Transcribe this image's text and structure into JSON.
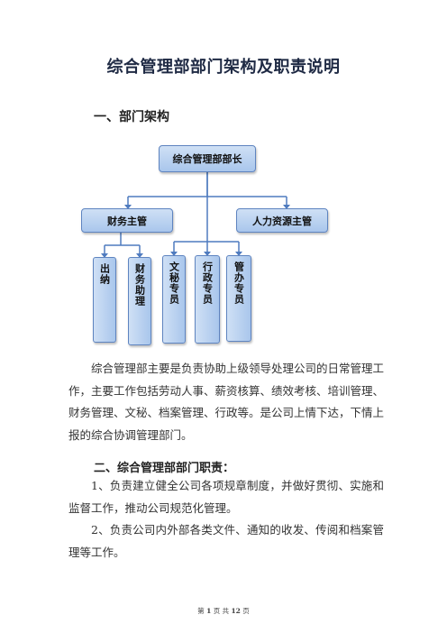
{
  "document": {
    "title": "综合管理部部门架构及职责说明",
    "section1_heading": "一、部门架构",
    "org_chart": {
      "head": "综合管理部部长",
      "managers": [
        "财务主管",
        "人力资源主管"
      ],
      "staff": [
        "出纳",
        "财务助理",
        "文秘专员",
        "行政专员",
        "管办专员"
      ]
    },
    "intro_paragraph": "综合管理部主要是负责协助上级领导处理公司的日常管理工作，主要工作包括劳动人事、薪资核算、绩效考核、培训管理、财务管理、文秘、档案管理、行政等。是公司上情下达，下情上报的综合协调管理部门。",
    "section2_heading": "二、综合管理部部门职责：",
    "duties": [
      "1、负责建立健全公司各项规章制度，并做好贯彻、实施和监督工作，推动公司规范化管理。",
      "2、负责公司内外部各类文件、通知的收发、传阅和档案管理等工作。"
    ],
    "footer": {
      "page_label_prefix": "第",
      "page_number": "1",
      "page_label_middle": "页 共",
      "total_pages": "12",
      "page_label_suffix": "页"
    }
  },
  "colors": {
    "box_fill": "#b9d2f0",
    "box_border": "#5e84c0",
    "connector": "#4f7bbf"
  }
}
